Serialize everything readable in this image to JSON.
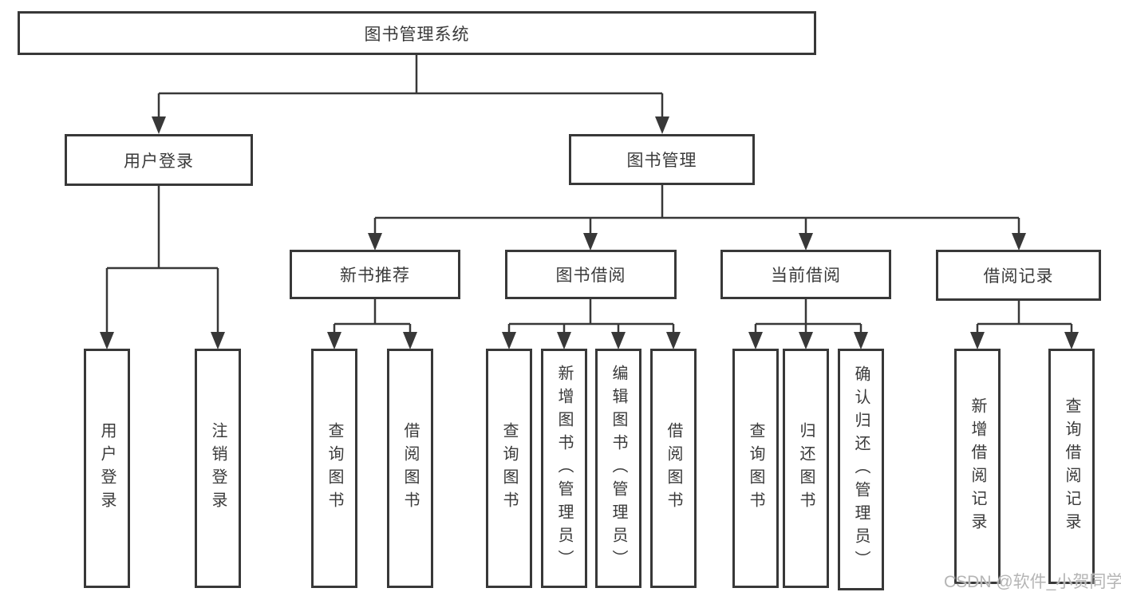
{
  "diagram": {
    "root": "图书管理系统",
    "user_branch": {
      "label": "用户登录",
      "children": [
        "用户登录",
        "注销登录"
      ]
    },
    "book_branch": {
      "label": "图书管理",
      "groups": [
        {
          "label": "新书推荐",
          "children": [
            "查询图书",
            "借阅图书"
          ]
        },
        {
          "label": "图书借阅",
          "children": [
            "查询图书",
            "新增图书（管理员）",
            "编辑图书（管理员）",
            "借阅图书"
          ]
        },
        {
          "label": "当前借阅",
          "children": [
            "查询图书",
            "归还图书",
            "确认归还（管理员）"
          ]
        },
        {
          "label": "借阅记录",
          "children": [
            "新增借阅记录",
            "查询借阅记录"
          ]
        }
      ]
    }
  },
  "watermark": "CSDN @软件_小贺同学",
  "colors": {
    "line": "#383838",
    "box_border": "#383838",
    "text": "#3a3a3a",
    "watermark": "#b5b5b5",
    "background": "#ffffff"
  }
}
